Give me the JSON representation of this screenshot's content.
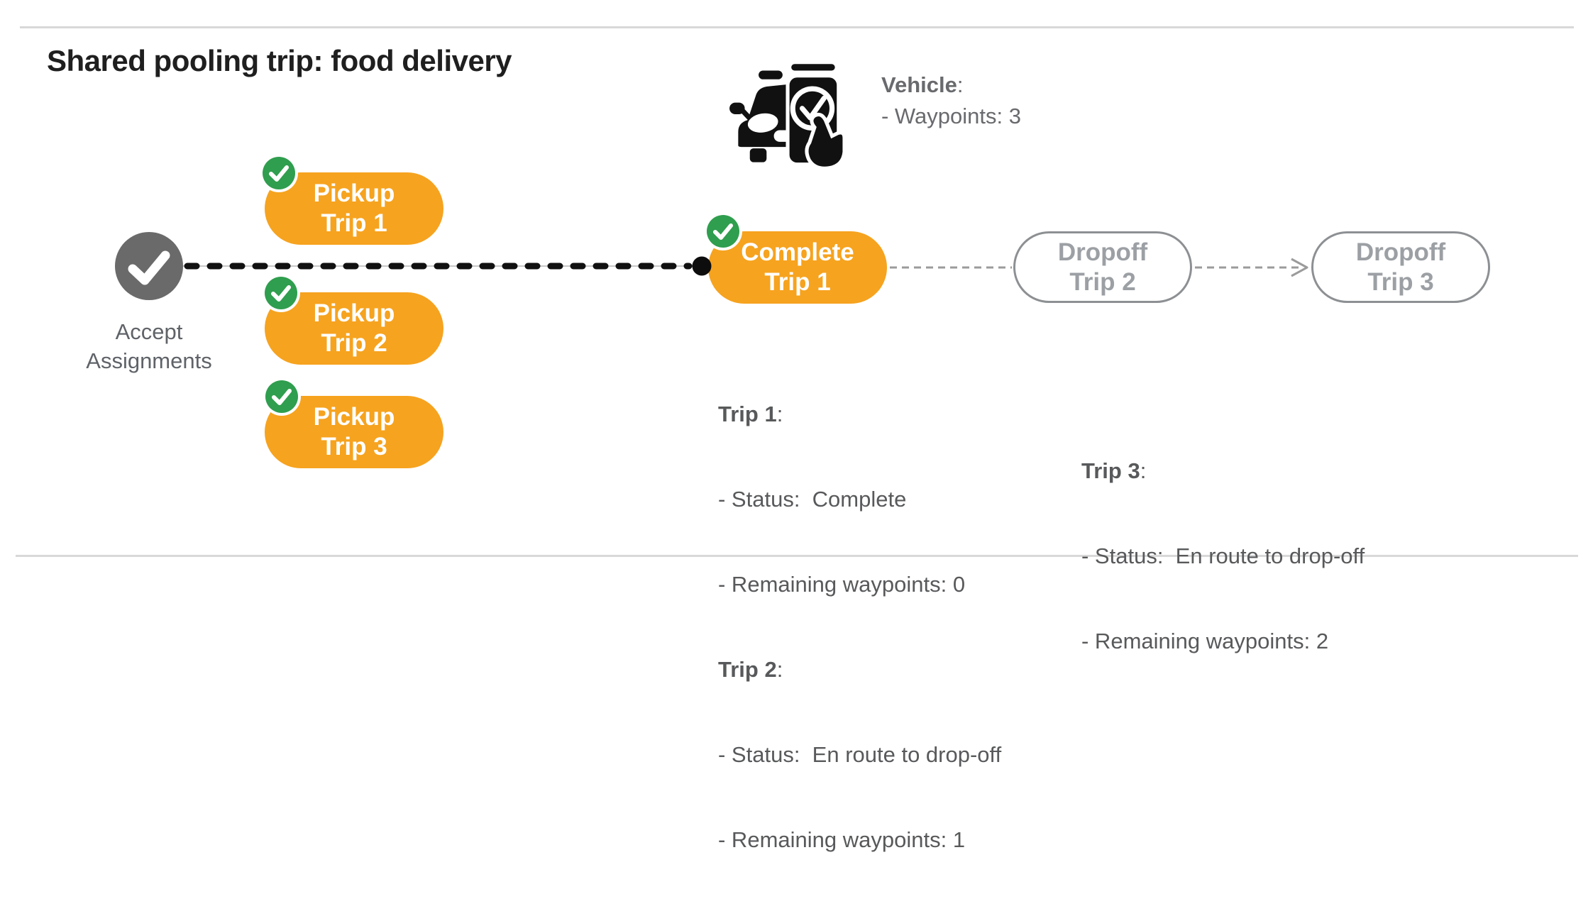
{
  "title": "Shared pooling trip: food delivery",
  "punct": {
    "colon": ":"
  },
  "vehicle": {
    "label": "Vehicle",
    "waypoints": "- Waypoints: 3",
    "icon": "car-phone-check-icon"
  },
  "flow": {
    "start": {
      "line1": "Accept",
      "line2": "Assignments",
      "icon": "checkmark-icon"
    },
    "pickups": [
      {
        "line1": "Pickup",
        "line2": "Trip 1"
      },
      {
        "line1": "Pickup",
        "line2": "Trip 2"
      },
      {
        "line1": "Pickup",
        "line2": "Trip 3"
      }
    ],
    "complete": {
      "line1": "Complete",
      "line2": "Trip 1"
    },
    "dropoffs": [
      {
        "line1": "Dropoff",
        "line2": "Trip 2"
      },
      {
        "line1": "Dropoff",
        "line2": "Trip 3"
      }
    ]
  },
  "details": {
    "left": [
      {
        "label": "Trip 1",
        "lines": [
          "- Status:  Complete",
          "- Remaining waypoints: 0"
        ]
      },
      {
        "label": "Trip 2",
        "lines": [
          "- Status:  En route to drop-off",
          "- Remaining waypoints: 1"
        ]
      }
    ],
    "right": [
      {
        "label": "Trip 3",
        "lines": [
          "- Status:  En route to drop-off",
          "- Remaining waypoints: 2"
        ]
      }
    ]
  },
  "colors": {
    "orange": "#F6A31F",
    "green": "#2F9E4E",
    "node-gray": "#6A6A6A",
    "title-color": "#1F1F1F",
    "detail-text": "#58595B",
    "label-gray": "#5F6368",
    "vehicle-text": "#696A6D",
    "dropoff-border": "#8D9093",
    "dropoff-text": "#9CA0A4",
    "connector-gray": "#9B9B9B",
    "backdrop-line": "#C8C8C8",
    "rule-gray": "#D8D8D8",
    "ink": "#111111"
  }
}
